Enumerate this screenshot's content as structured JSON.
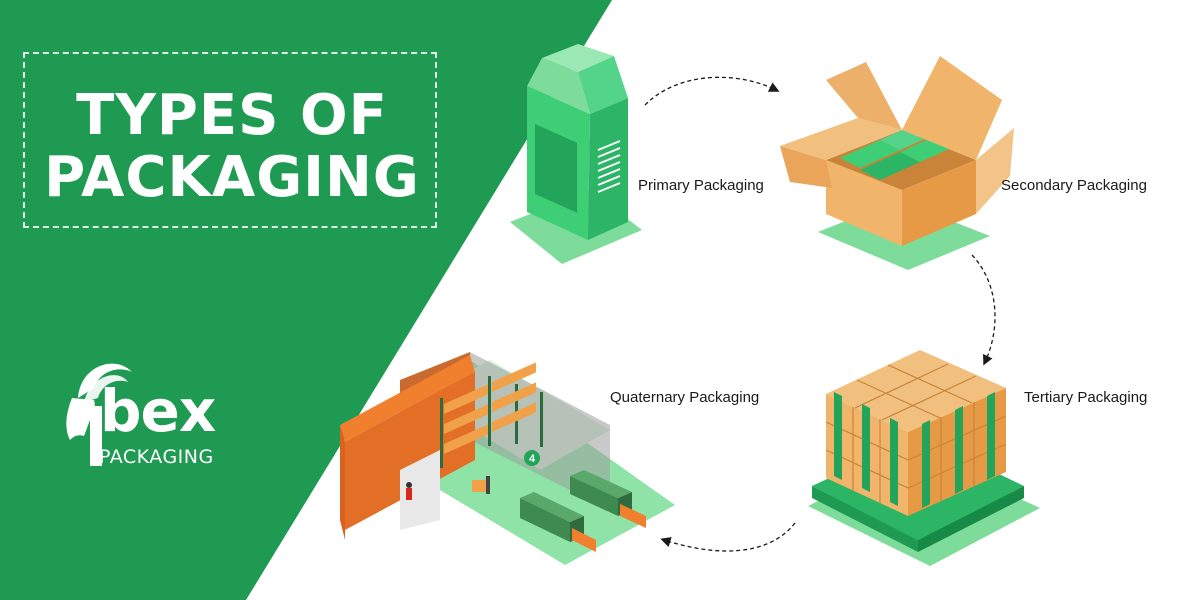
{
  "title": {
    "line1": "TYPES OF",
    "line2": "PACKAGING"
  },
  "logo": {
    "word": "bex",
    "sub": "PACKAGING"
  },
  "stages": {
    "primary": "Primary Packaging",
    "secondary": "Secondary Packaging",
    "tertiary": "Tertiary Packaging",
    "quaternary": "Quaternary Packaging"
  },
  "warehouse_badge": "4",
  "colors": {
    "brand_green": "#1e9a52",
    "box_orange": "#eba75a",
    "mint": "#7ddc9a"
  }
}
